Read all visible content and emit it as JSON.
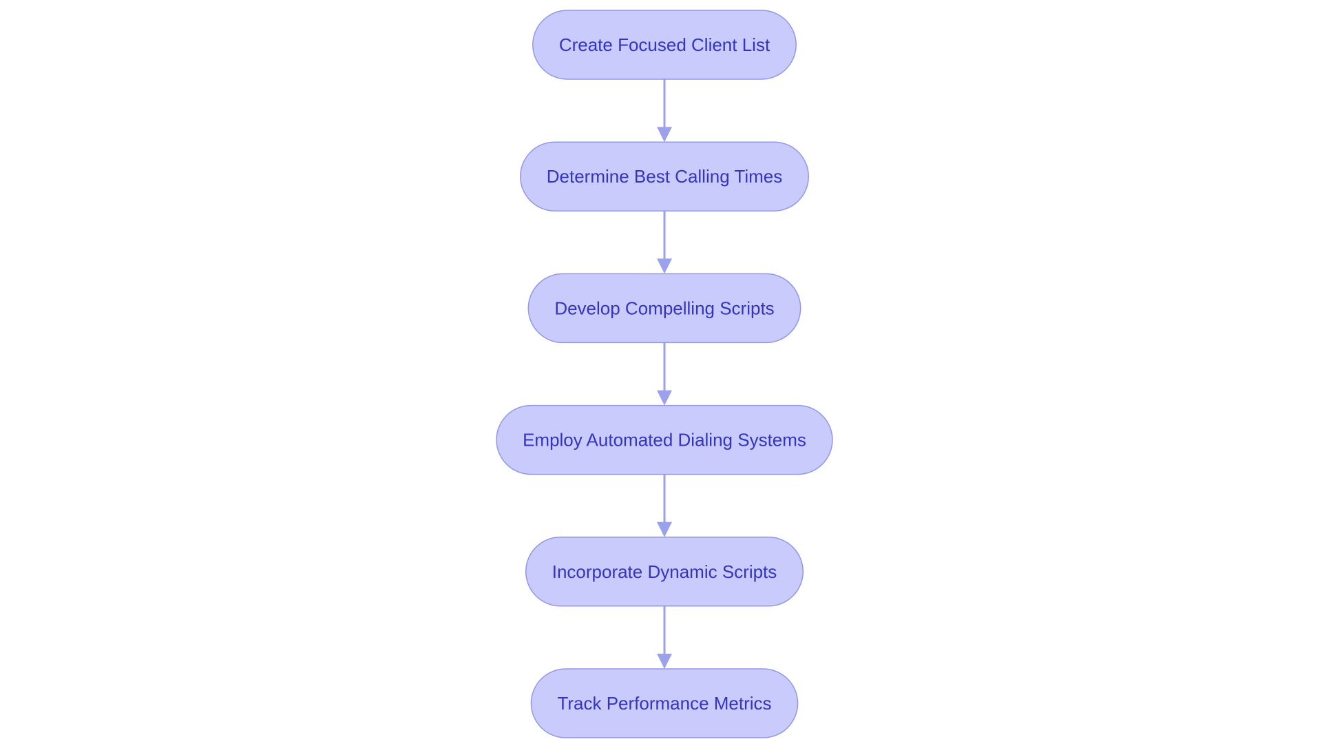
{
  "diagram": {
    "type": "flowchart",
    "direction": "top-to-bottom",
    "colors": {
      "node_fill": "#c8cbfb",
      "node_stroke": "#9297e6",
      "node_text": "#3434c0",
      "edge": "#9ba1ea",
      "background": "#ffffff"
    },
    "nodes": [
      {
        "id": "n1",
        "label": "Create Focused Client List"
      },
      {
        "id": "n2",
        "label": "Determine Best Calling Times"
      },
      {
        "id": "n3",
        "label": "Develop Compelling Scripts"
      },
      {
        "id": "n4",
        "label": "Employ Automated Dialing Systems"
      },
      {
        "id": "n5",
        "label": "Incorporate Dynamic Scripts"
      },
      {
        "id": "n6",
        "label": "Track Performance Metrics"
      }
    ],
    "edges": [
      {
        "from": "n1",
        "to": "n2"
      },
      {
        "from": "n2",
        "to": "n3"
      },
      {
        "from": "n3",
        "to": "n4"
      },
      {
        "from": "n4",
        "to": "n5"
      },
      {
        "from": "n5",
        "to": "n6"
      }
    ]
  }
}
